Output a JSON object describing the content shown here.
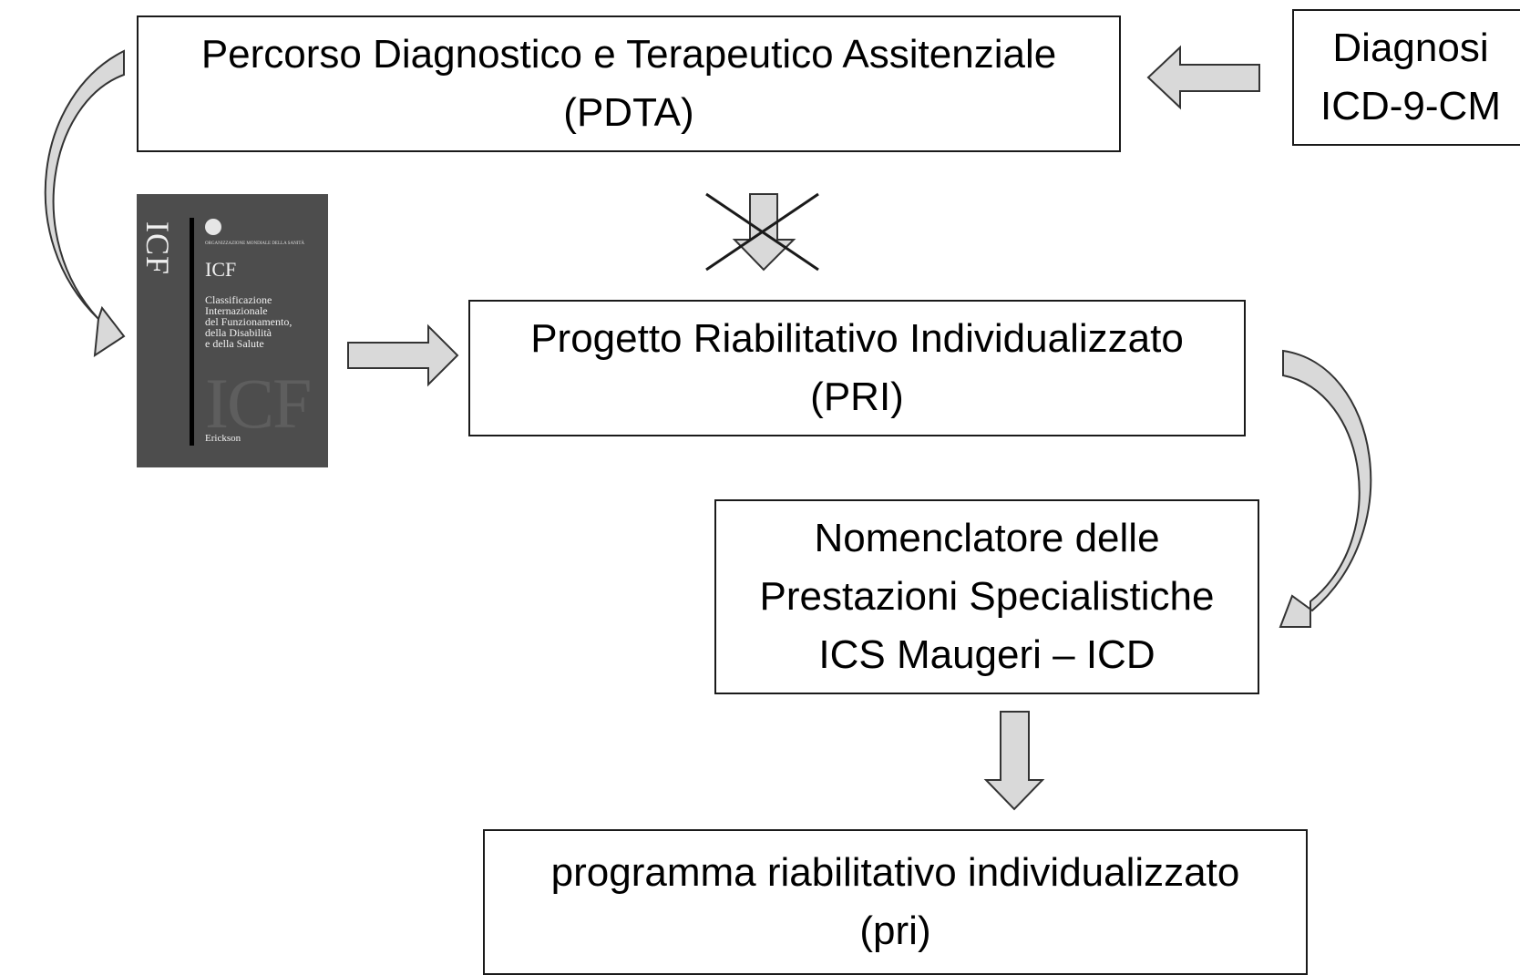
{
  "boxes": {
    "pdta": {
      "line1": "Percorso Diagnostico e Terapeutico Assitenziale",
      "line2": "(PDTA)"
    },
    "diagnosi": {
      "line1": "Diagnosi",
      "line2": "ICD-9-CM"
    },
    "pri": {
      "line1": "Progetto Riabilitativo Individualizzato",
      "line2": "(PRI)"
    },
    "nomenclatore": {
      "line1": "Nomenclatore delle",
      "line2": "Prestazioni Specialistiche",
      "line3": "ICS Maugeri – ICD"
    },
    "programma": {
      "line1": "programma riabilitativo individualizzato",
      "line2": "(pri)"
    }
  },
  "icf_book": {
    "spine": "ICF",
    "org": "ORGANIZZAZIONE MONDIALE DELLA SANITÀ",
    "title": "ICF",
    "subtitle": "Classificazione\nInternazionale\ndel Funzionamento,\ndella Disabilità\ne della Salute",
    "watermark": "ICF",
    "publisher": "Erickson"
  },
  "colors": {
    "arrow_fill": "#d9d9d9",
    "arrow_stroke": "#333333",
    "book_cover": "#4d4d4d"
  }
}
